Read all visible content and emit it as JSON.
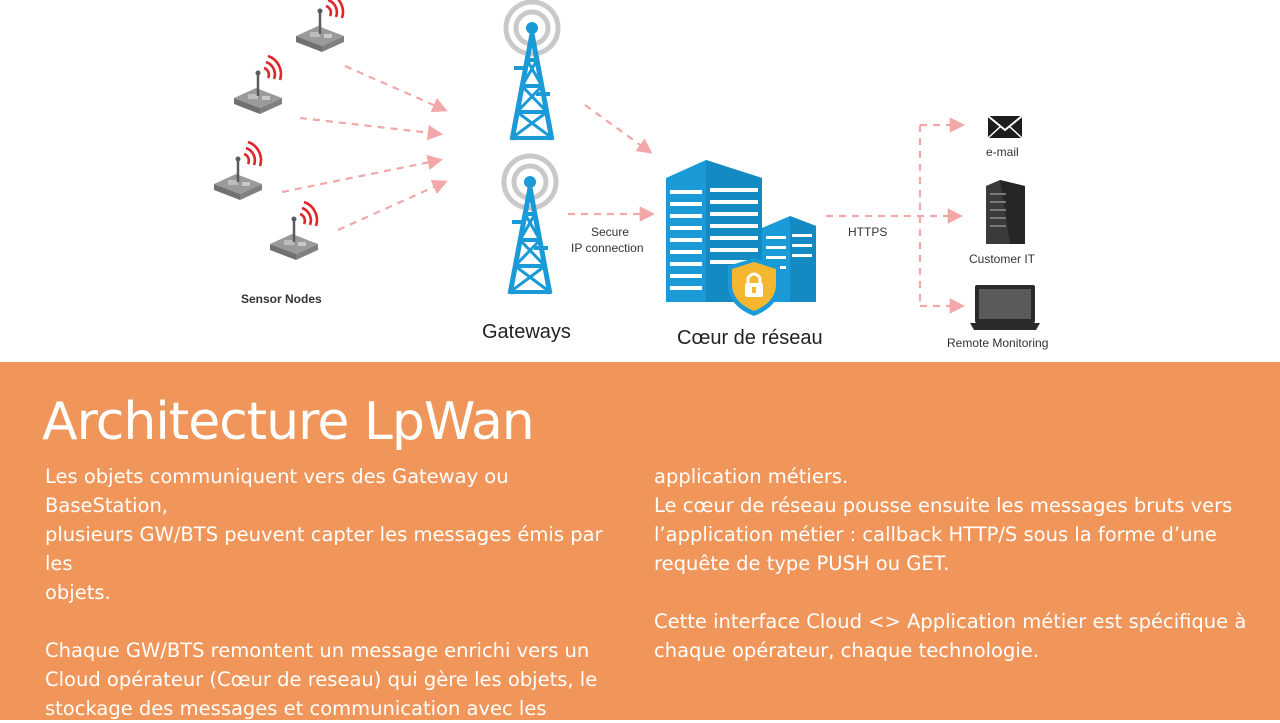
{
  "diagram": {
    "sensor_label": "Sensor Nodes",
    "gateways_label": "Gateways",
    "secure_label_1": "Secure",
    "secure_label_2": "IP connection",
    "core_label": "Cœur de réseau",
    "https_label": "HTTPS",
    "email_label": "e-mail",
    "customer_label": "Customer IT",
    "remote_label": "Remote Monitoring"
  },
  "panel": {
    "title": "Architecture LpWan",
    "left_column": {
      "lines_1": [
        "Les objets communiquent vers des Gateway ou BaseStation,",
        "plusieurs GW/BTS peuvent capter les messages émis par les",
        "objets."
      ],
      "lines_2": [
        "Chaque GW/BTS remontent un message enrichi vers un",
        "Cloud opérateur (Cœur de reseau) qui gère les objets, le",
        "stockage des messages et communication avec les"
      ]
    },
    "right_column": {
      "lines_1": [
        "application métiers.",
        "Le cœur de réseau pousse ensuite les messages bruts vers",
        "l’application métier : callback HTTP/S sous la forme d’une",
        "requête de type PUSH ou GET."
      ],
      "lines_2": [
        "Cette interface Cloud <> Application métier est spécifique à",
        "chaque opérateur, chaque technologie."
      ]
    }
  },
  "colors": {
    "panel_bg": "#f0965a",
    "tower_blue": "#1a9bd7",
    "arrow_pink": "#f2a8a8",
    "signal_red": "#e0262b",
    "shield_yellow": "#f5b630"
  }
}
